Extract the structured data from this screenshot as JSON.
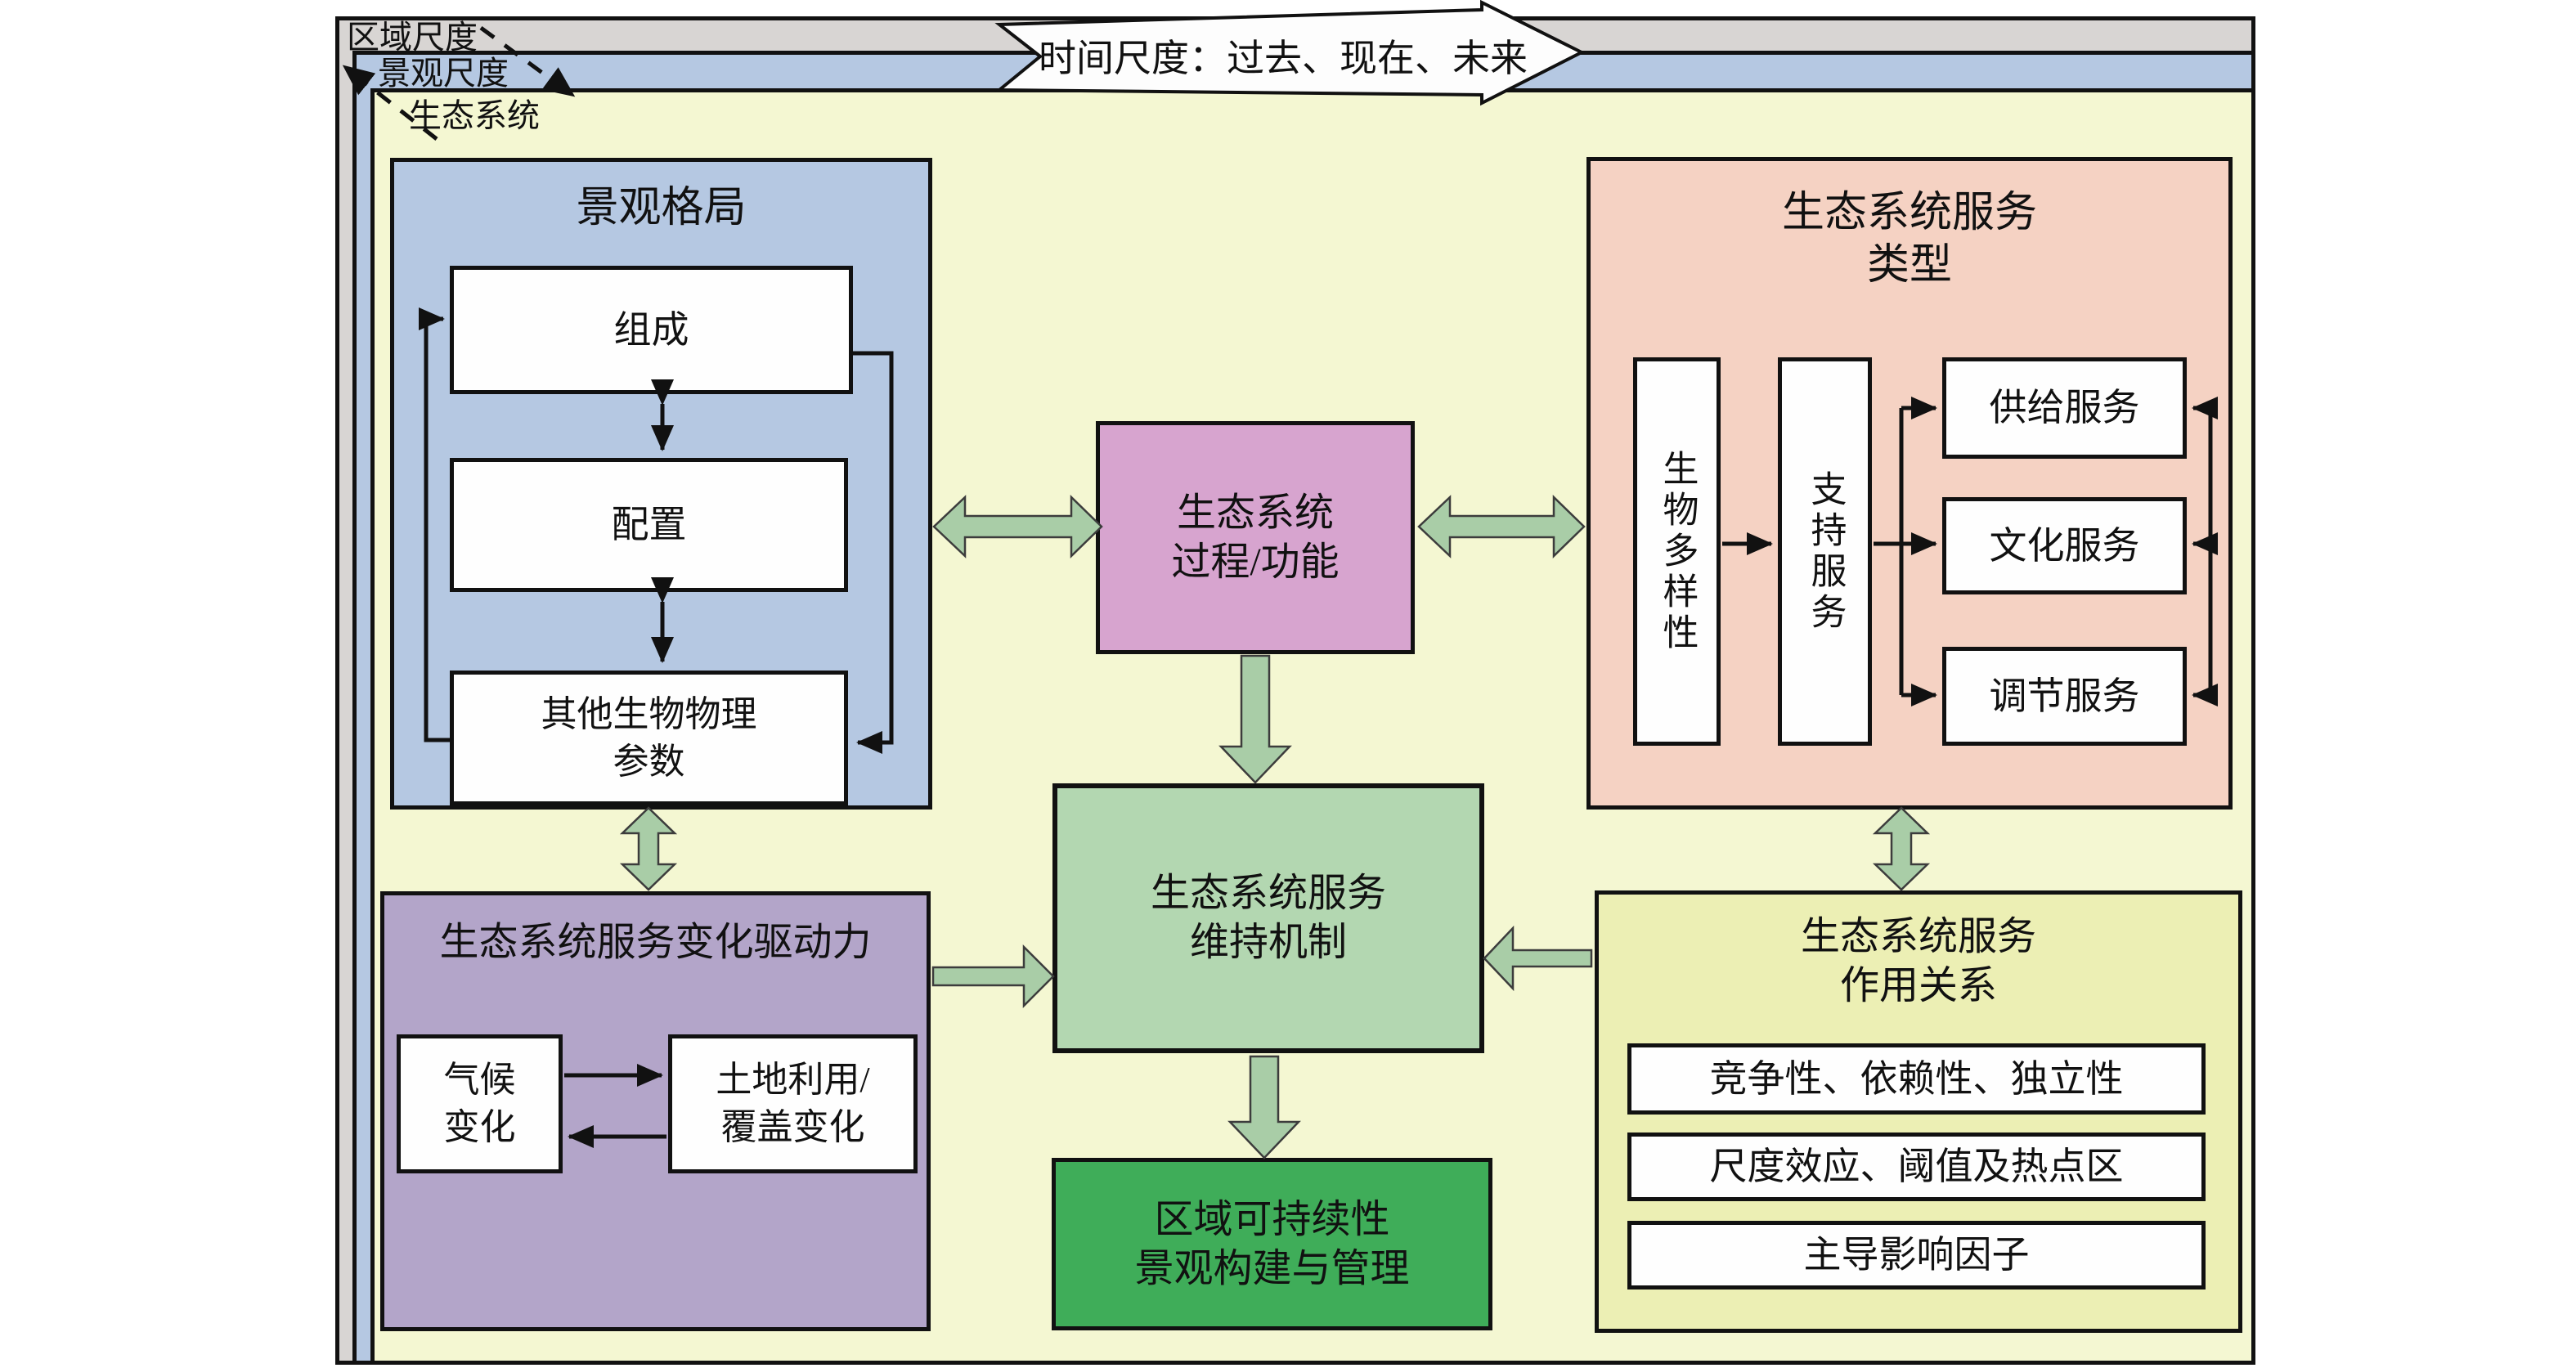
{
  "scale_labels": {
    "regional": "区域尺度",
    "landscape": "景观尺度",
    "ecosystem": "生态系统"
  },
  "time_arrow": {
    "label": "时间尺度：过去、现在、未来"
  },
  "landscape_pattern": {
    "title": "景观格局",
    "composition": "组成",
    "configuration": "配置",
    "other_biophysical": {
      "lines": [
        "其他生物物理",
        "参数"
      ]
    }
  },
  "ecosystem_process": {
    "lines": [
      "生态系统",
      "过程/功能"
    ]
  },
  "service_types": {
    "title_lines": [
      "生态系统服务",
      "类型"
    ],
    "biodiversity": "生物多样性",
    "supporting": "支持服务",
    "provisioning": "供给服务",
    "cultural": "文化服务",
    "regulating": "调节服务"
  },
  "drivers": {
    "title": "生态系统服务变化驱动力",
    "climate": {
      "lines": [
        "气候",
        "变化"
      ]
    },
    "landuse": {
      "lines": [
        "土地利用/",
        "覆盖变化"
      ]
    }
  },
  "maintenance": {
    "lines": [
      "生态系统服务",
      "维持机制"
    ]
  },
  "sustainable": {
    "lines": [
      "区域可持续性",
      "景观构建与管理"
    ]
  },
  "relations": {
    "title_lines": [
      "生态系统服务",
      "作用关系"
    ],
    "rows": [
      "竞争性、依赖性、独立性",
      "尺度效应、阈值及热点区",
      "主导影响因子"
    ]
  },
  "colors": {
    "regional_band": "#d8d5d3",
    "landscape_band": "#b5c8e2",
    "ecosystem_area": "#f4f7d2",
    "pattern_box": "#b5c8e2",
    "process_box": "#d7a4cf",
    "types_box": "#f5d2c3",
    "drivers_box": "#b3a5c9",
    "maintenance_box": "#b3d7b1",
    "sustainable_box": "#3fad59",
    "relations_box": "#ecefb4",
    "green_arrow": "#a9cda7",
    "outline": "#111111"
  }
}
